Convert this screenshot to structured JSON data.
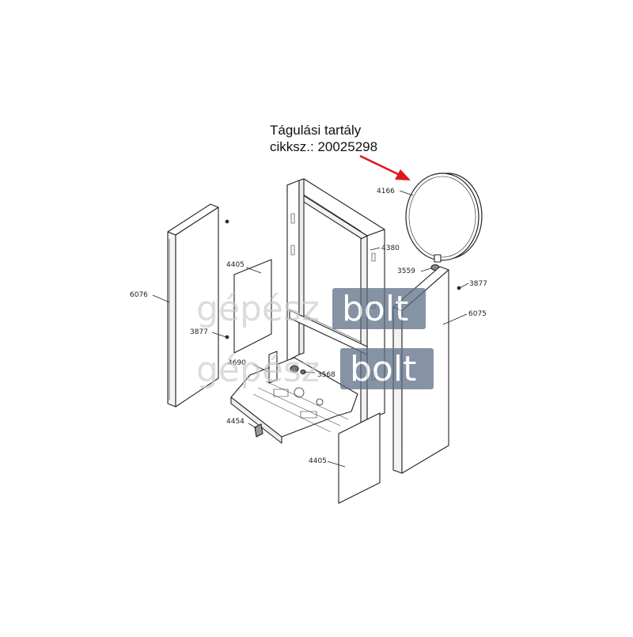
{
  "annotation": {
    "title": "Tágulási tartály",
    "part_number": "cikksz.: 20025298",
    "arrow_color": "#e0161f"
  },
  "part_labels": {
    "p4166": "4166",
    "p4380": "4380",
    "p3559": "3559",
    "p3877_right": "3877",
    "p6075": "6075",
    "p6076": "6076",
    "p4405_top": "4405",
    "p3877_left": "3877",
    "p4690": "4690",
    "p3568": "3568",
    "p4454": "4454",
    "p4405_bottom": "4405"
  },
  "watermark": {
    "left_text": "gépész",
    "box_text": "bolt",
    "box_color": "#5d6f86"
  }
}
